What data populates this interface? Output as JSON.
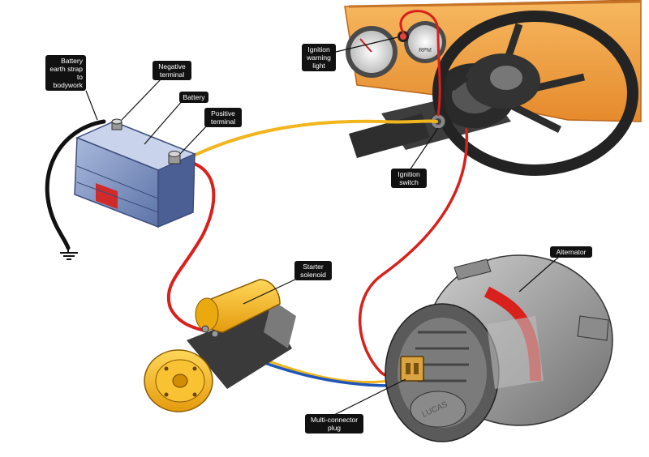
{
  "labels": {
    "battery_earth_strap": "Battery\nearth strap\nto\nbodywork",
    "negative_terminal": "Negative\nterminal",
    "battery": "Battery",
    "positive_terminal": "Positive\nterminal",
    "ignition_warning_light": "Ignition\nwarning\nlight",
    "ignition_switch": "Ignition\nswitch",
    "starter_solenoid": "Starter\nsolenoid",
    "alternator": "Alternator",
    "multi_connector_plug": "Multi-connector\nplug"
  },
  "alternator_brand": "LUCAS",
  "gauge_text": "RPM",
  "colors": {
    "wire_red": "#d8211c",
    "wire_yellow": "#f2b51c",
    "wire_blue": "#1f56b8",
    "earth_black": "#111111",
    "starter_yellow": "#f5b418",
    "dashboard_orange": "#f2a34a",
    "battery_blue": "#7f95c4"
  }
}
